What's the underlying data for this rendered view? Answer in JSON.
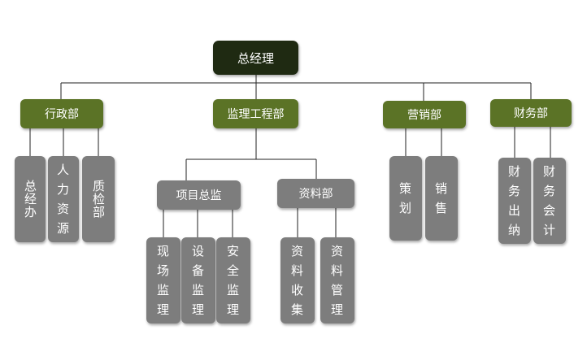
{
  "root": {
    "label": "总经理"
  },
  "departments": [
    {
      "label": "行政部",
      "children": [
        "总经办",
        "人力资源",
        "质检部"
      ]
    },
    {
      "label": "监理工程部",
      "subgroups": [
        {
          "label": "项目总监",
          "children": [
            "现场监理",
            "设备监理",
            "安全监理"
          ]
        },
        {
          "label": "资料部",
          "children": [
            "资料收集",
            "资料管理"
          ]
        }
      ]
    },
    {
      "label": "营销部",
      "children": [
        "策划",
        "销售"
      ]
    },
    {
      "label": "财务部",
      "children": [
        "财务出纳",
        "财务会计"
      ]
    }
  ]
}
